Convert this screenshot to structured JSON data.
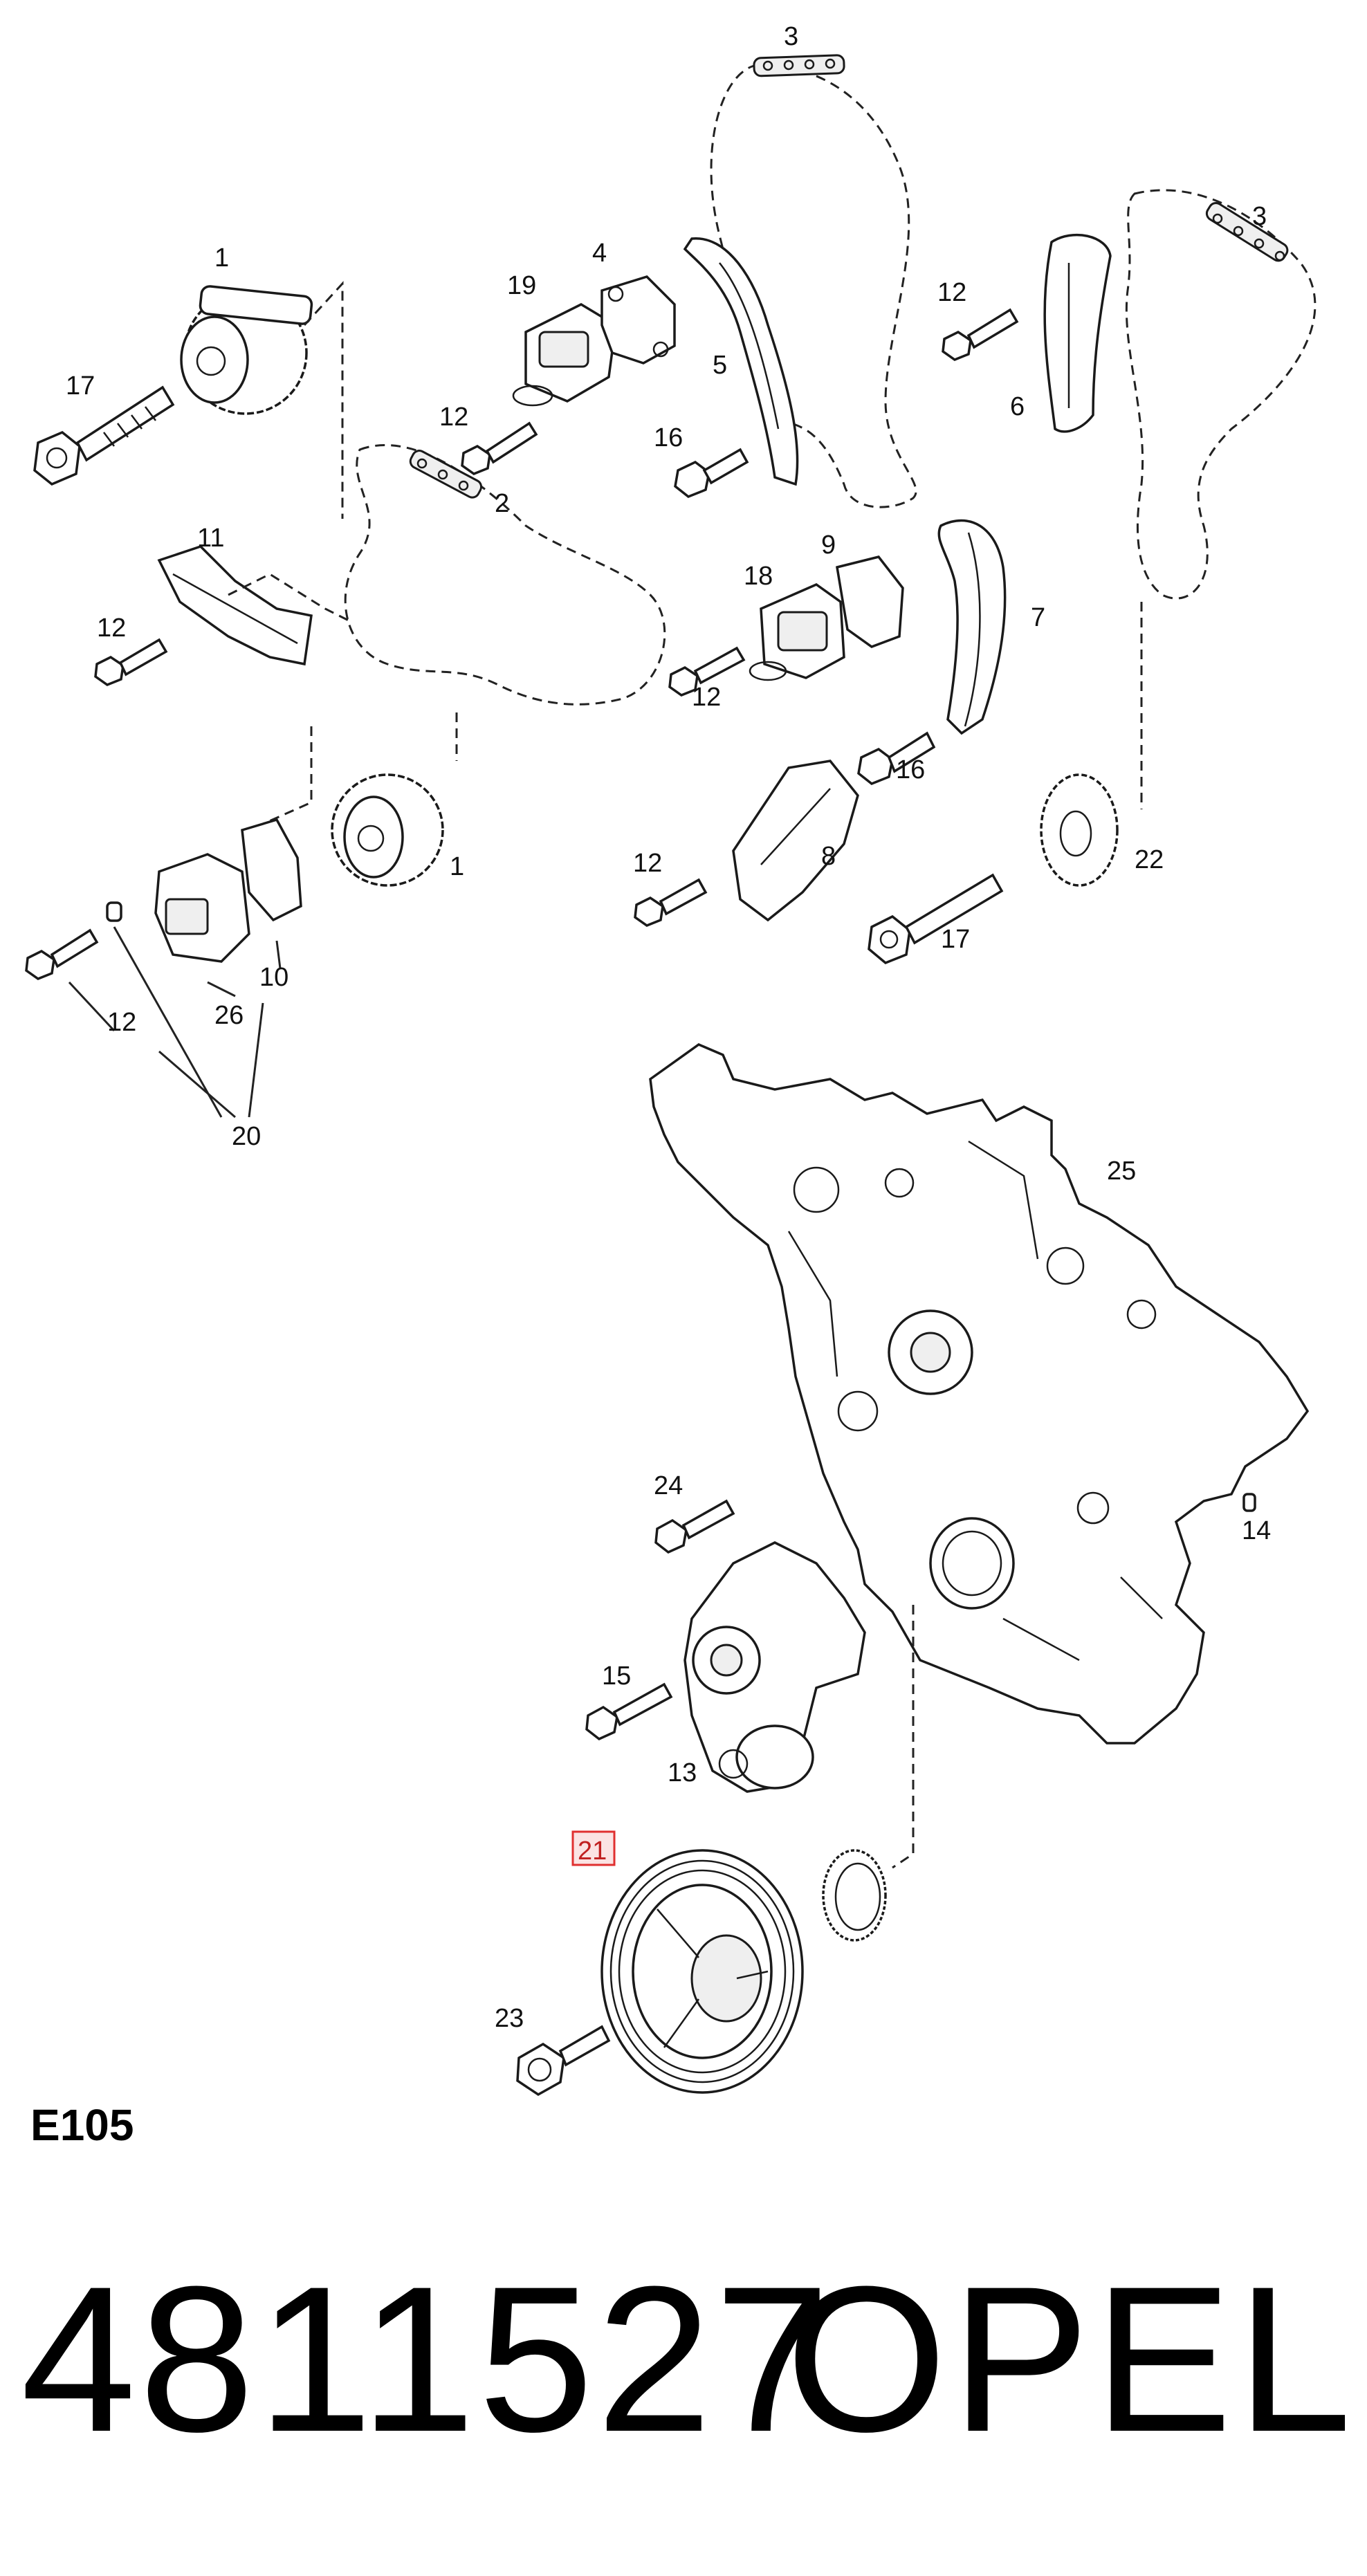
{
  "page_code": "E105",
  "part_number": "4811527",
  "brand": "OPEL",
  "highlighted_callout": "21",
  "highlight_color": "#e03030",
  "callouts": {
    "c1a": "1",
    "c1b": "1",
    "c2": "2",
    "c3a": "3",
    "c3b": "3",
    "c4": "4",
    "c5": "5",
    "c6": "6",
    "c7": "7",
    "c8": "8",
    "c9": "9",
    "c10": "10",
    "c11": "11",
    "c12a": "12",
    "c12b": "12",
    "c12c": "12",
    "c12d": "12",
    "c12e": "12",
    "c12f": "12",
    "c13": "13",
    "c14": "14",
    "c15": "15",
    "c16a": "16",
    "c16b": "16",
    "c17a": "17",
    "c17b": "17",
    "c18": "18",
    "c19": "19",
    "c20": "20",
    "c21": "21",
    "c22": "22",
    "c23": "23",
    "c24": "24",
    "c25": "25",
    "c26": "26"
  }
}
